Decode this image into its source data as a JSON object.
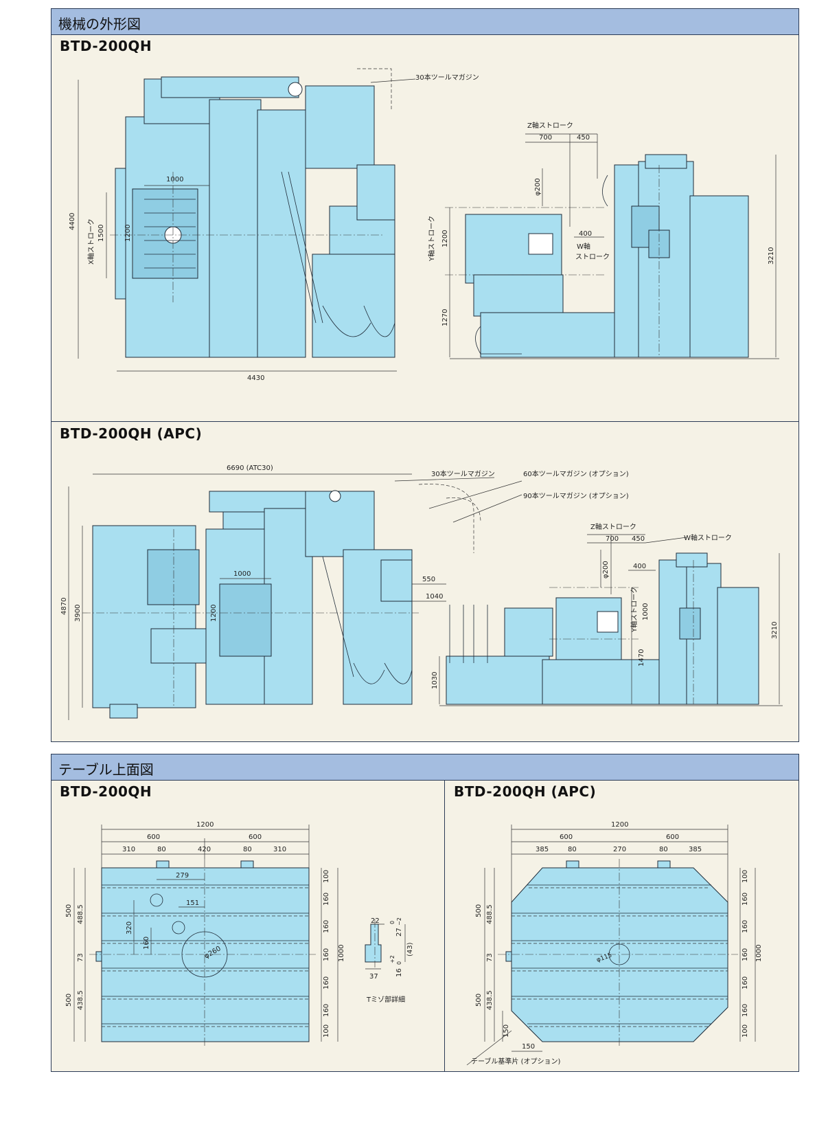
{
  "section1": {
    "title": "機械の外形図",
    "model_a": "BTD-200QH",
    "model_b": "BTD-200QH (APC)"
  },
  "drawing_a": {
    "magazine_label": "30本ツールマガジン",
    "z_axis_label": "Z軸ストローク",
    "dim_z1": "700",
    "dim_z2": "450",
    "dim_phi200": "φ200",
    "dim_400": "400",
    "w_axis_label": "W軸",
    "w_axis_label2": "ストローク",
    "y_axis_label": "Y軸ストローク",
    "dim_1200_y": "1200",
    "dim_1270": "1270",
    "dim_3210": "3210",
    "dim_4400": "4400",
    "x_axis_label": "X軸ストローク",
    "dim_1500": "1500",
    "dim_1000": "1000",
    "dim_1200_t": "1200",
    "dim_4430": "4430"
  },
  "drawing_b": {
    "dim_6690": "6690 (ATC30)",
    "magazine30": "30本ツールマガジン",
    "magazine60": "60本ツールマガジン (オプション)",
    "magazine90": "90本ツールマガジン (オプション)",
    "z_axis_label": "Z軸ストローク",
    "w_axis_label": "W軸ストローク",
    "dim_700": "700",
    "dim_450": "450",
    "dim_phi200": "φ200",
    "dim_400": "400",
    "dim_550": "550",
    "dim_1040": "1040",
    "dim_4870": "4870",
    "dim_3900": "3900",
    "dim_1000": "1000",
    "dim_1200": "1200",
    "y_axis_label": "Y軸ストローク",
    "dim_1000_y": "1000",
    "dim_1470": "1470",
    "dim_1030": "1030",
    "dim_3210": "3210"
  },
  "section2": {
    "title": "テーブル上面図",
    "model_a": "BTD-200QH",
    "model_b": "BTD-200QH (APC)"
  },
  "table_a": {
    "dim_1200": "1200",
    "dim_600a": "600",
    "dim_600b": "600",
    "dim_310a": "310",
    "dim_80a": "80",
    "dim_420": "420",
    "dim_80b": "80",
    "dim_310b": "310",
    "dim_279": "279",
    "dim_151": "151",
    "dim_320": "320",
    "dim_160h": "160",
    "dim_phi260": "φ260",
    "dim_500a": "500",
    "dim_488": "488.5",
    "dim_73": "73",
    "dim_500b": "500",
    "dim_438": "438.5",
    "right_dims": [
      "100",
      "160",
      "160",
      "160",
      "160",
      "160",
      "100"
    ],
    "dim_1000": "1000"
  },
  "tslot": {
    "label": "Tミゾ部詳細",
    "dim_22": "22",
    "dim_27": "27",
    "tol_0": "0",
    "tol_m2": "−2",
    "dim_43": "(43)",
    "dim_37": "37",
    "dim_16": "16",
    "tol_p2": "+2",
    "tol_0b": "0"
  },
  "table_b": {
    "dim_1200": "1200",
    "dim_600a": "600",
    "dim_600b": "600",
    "dim_385a": "385",
    "dim_80a": "80",
    "dim_270": "270",
    "dim_80b": "80",
    "dim_385b": "385",
    "dim_phi115": "φ115",
    "dim_500a": "500",
    "dim_488": "488.5",
    "dim_73": "73",
    "dim_500b": "500",
    "dim_438": "438.5",
    "dim_150v": "150",
    "dim_150h": "150",
    "right_dims": [
      "100",
      "160",
      "160",
      "160",
      "160",
      "160",
      "100"
    ],
    "dim_1000": "1000",
    "ref_label": "テーブル基準片 (オプション)"
  }
}
